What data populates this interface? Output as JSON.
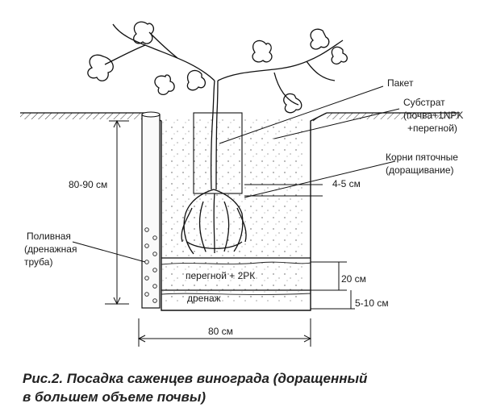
{
  "labels": {
    "paket": "Пакет",
    "substrat_1": "Субстрат",
    "substrat_2": "(почва+1NPK",
    "substrat_3": "+перегной)",
    "korni_1": "Корни пяточные",
    "korni_2": "(доращивание)",
    "dist_45": "4-5 см",
    "depth_8090": "80-90 см",
    "polivnaya_1": "Поливная",
    "polivnaya_2": "(дренажная",
    "polivnaya_3": "труба)",
    "peregnoy": "перегной + 2РК",
    "drenazh": "дренаж",
    "h20": "20 см",
    "h510": "5-10 см",
    "w80": "80 см"
  },
  "caption": {
    "line1": "Рис.2. Посадка саженцев винограда (доращенный",
    "line2": "в большем объеме почвы)"
  }
}
